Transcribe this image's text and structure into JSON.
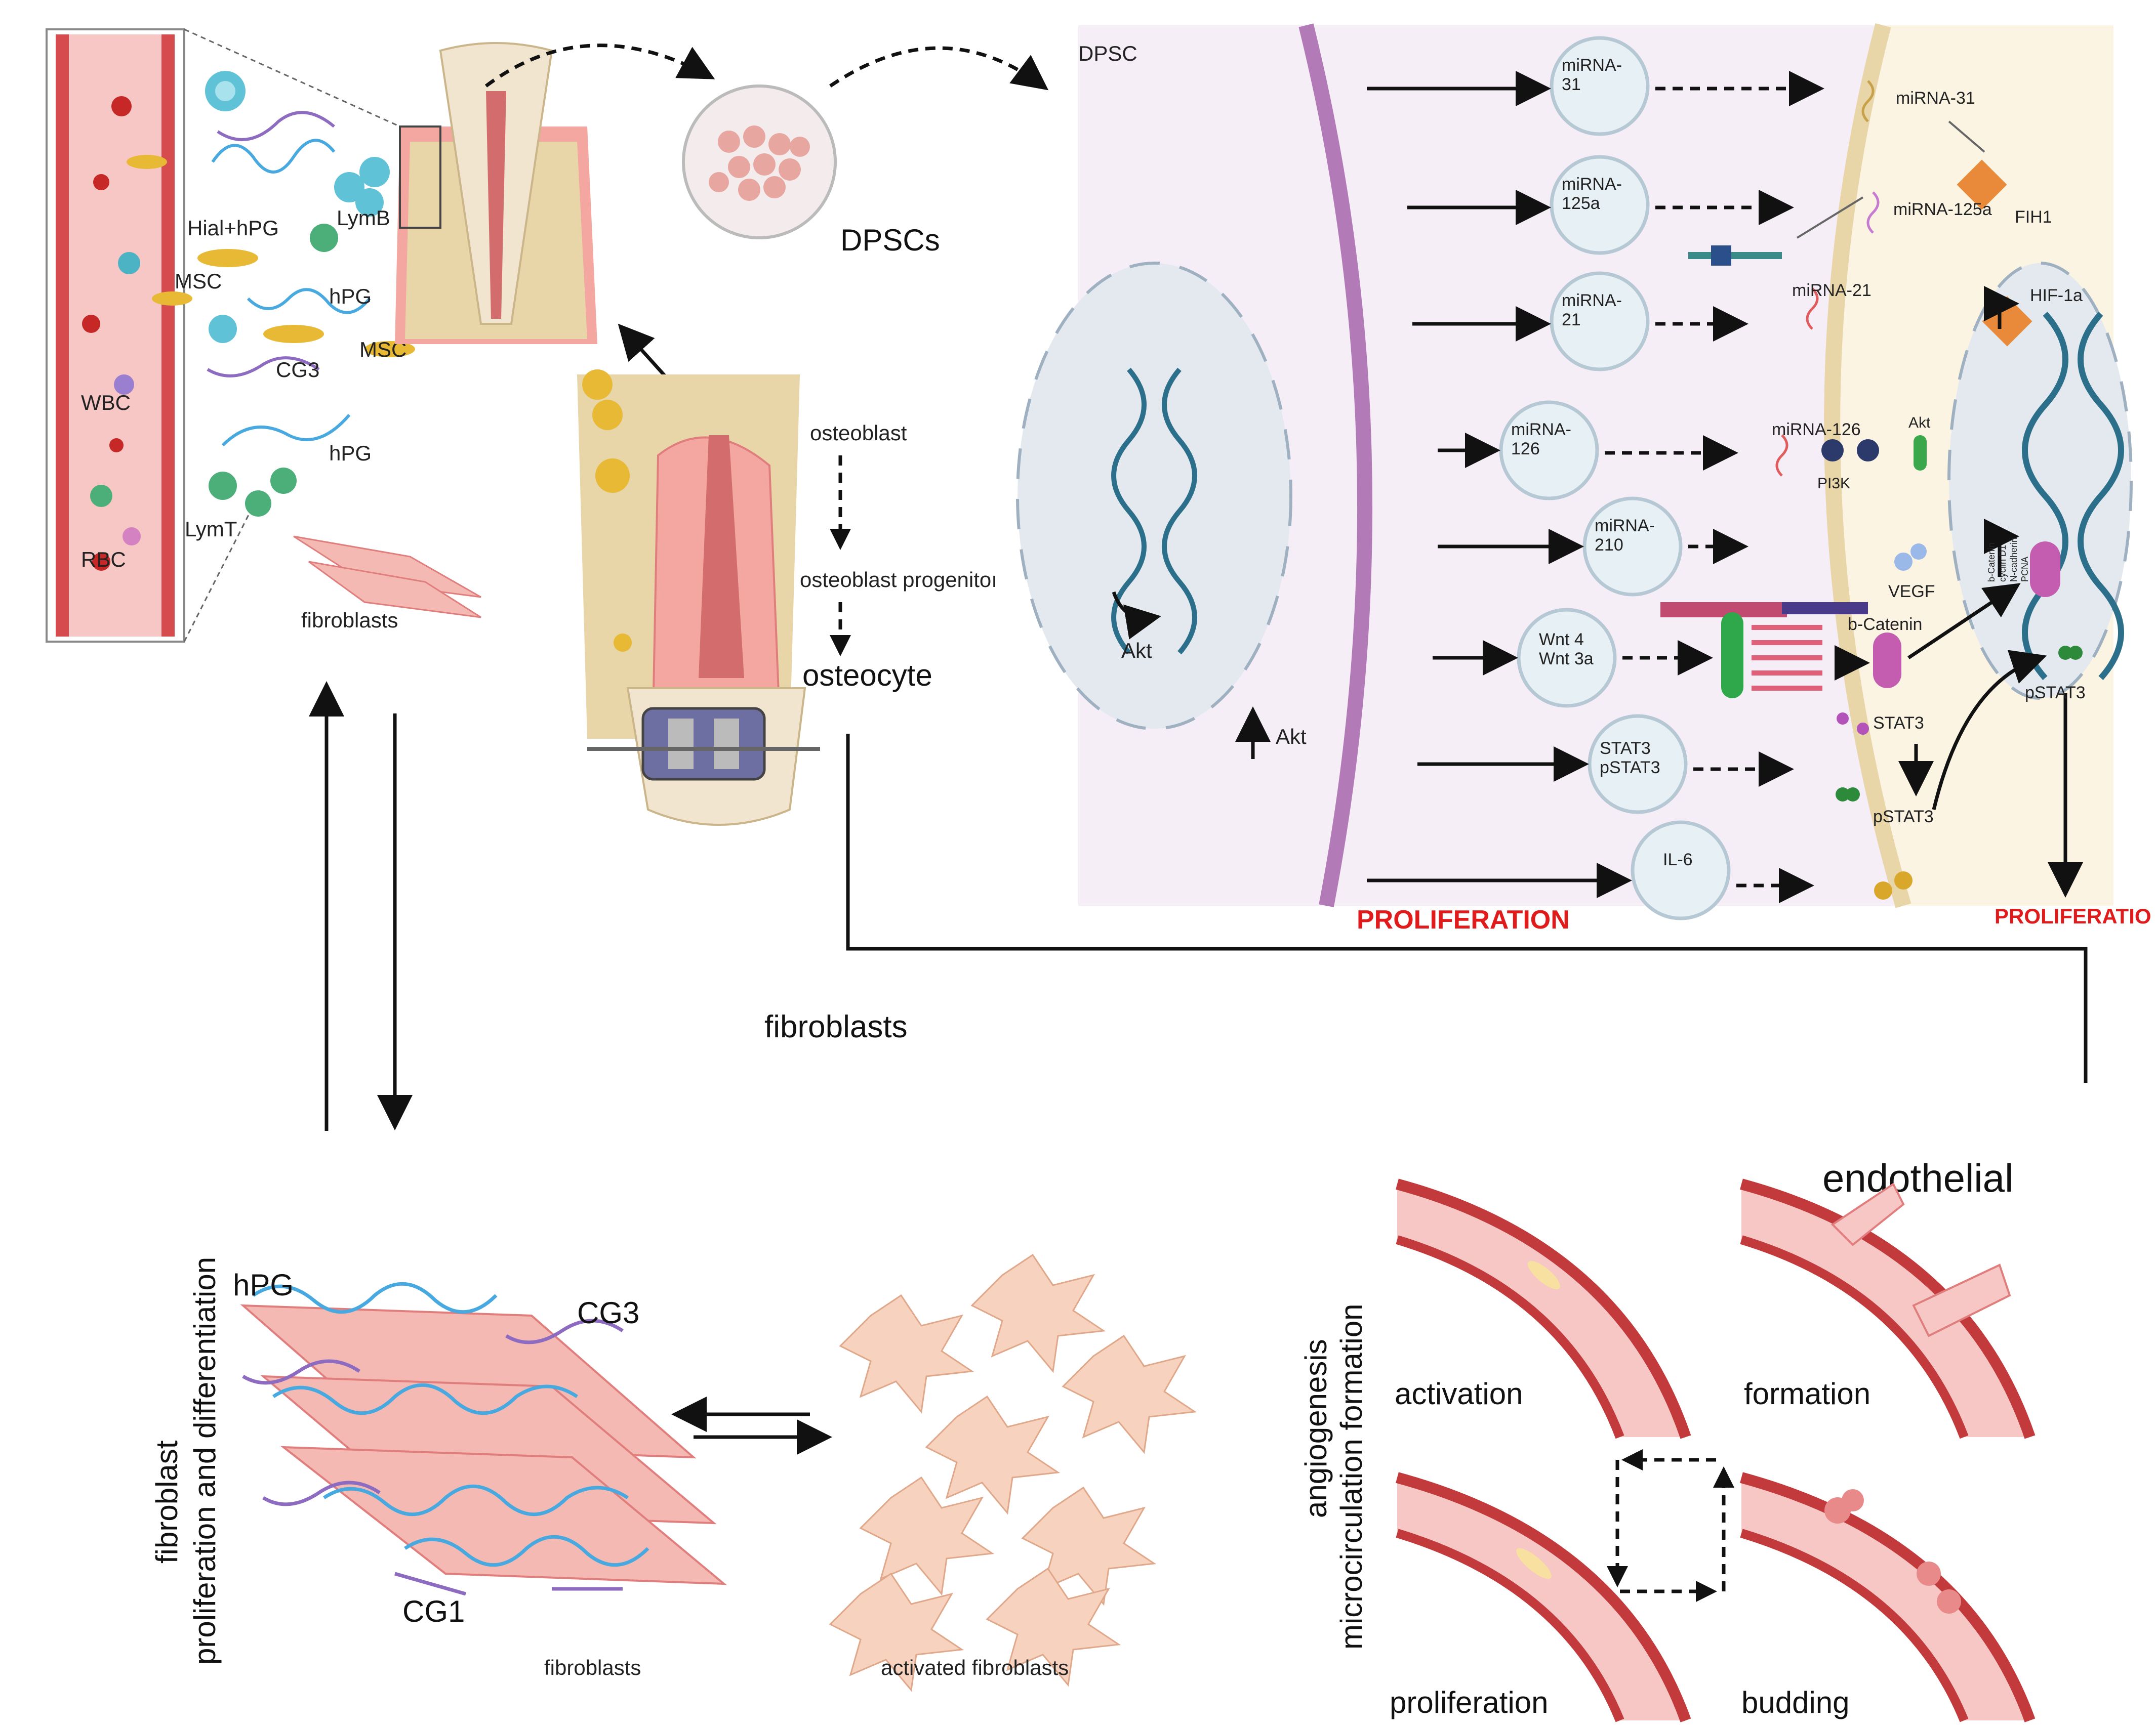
{
  "colors": {
    "vessel": "#e8787a",
    "vessel_dark": "#c23a3c",
    "vessel_light": "#f6c7c4",
    "bone": "#e8d5a8",
    "cell_membrane": "#b37ab8",
    "nucleus": "#e3e9ef",
    "dna": "#2b6f8a",
    "hpg": "#47a9e0",
    "cg": "#8c6bc0",
    "fibroblast": "#f4b9b2",
    "activated_fibroblast": "#f7d3bf",
    "proliferation_text": "#e01b1b"
  },
  "vessel_panel": {
    "wbc": "WBC",
    "rbc": "RBC",
    "msc": "MSC",
    "hial_hpg": "Hial+hPG",
    "lymb": "LymB",
    "hpg": "hPG",
    "cg3": "CG3",
    "msc2": "MSC",
    "hpg2": "hPG",
    "lymt": "LymT",
    "fibroblasts": "fibroblasts"
  },
  "tooth_panel": {
    "dpscs": "DPSCs",
    "osteoblast": "osteoblast",
    "osteoblast_progenitor": "osteoblast progenitoı",
    "osteocyte": "osteocyte"
  },
  "pathway_panel": {
    "dpsc": "DPSC",
    "akt_nucleus": "Akt",
    "akt_up": "Akt",
    "vesicles": [
      {
        "label": "miRNA-\n31"
      },
      {
        "label": "miRNA-\n125a"
      },
      {
        "label": "miRNA-\n21"
      },
      {
        "label": "miRNA-\n126"
      },
      {
        "label": "miRNA-\n210"
      },
      {
        "label": "Wnt 4\nWnt 3a"
      },
      {
        "label": "STAT3\npSTAT3"
      },
      {
        "label": "IL-6"
      }
    ],
    "targets": {
      "mirna31": "miRNA-31",
      "mirna125a": "miRNA-125a",
      "fih1": "FIH1",
      "mirna21": "miRNA-21",
      "hif1a": "HIF-1a",
      "mirna126": "miRNA-126",
      "akt": "Akt",
      "pi3k": "PI3K",
      "vegf": "VEGF",
      "bcatenin": "b-Catenin",
      "stat3": "STAT3",
      "pstat3": "pSTAT3",
      "pstat3_nuc": "pSTAT3",
      "nuc_genes": "b-Catenin\ncyclin D1\nN-cadherin\nPCNA"
    },
    "proliferation_left": "PROLIFERATION",
    "proliferation_right": "PROLIFERATIO"
  },
  "center_label": "fibroblasts",
  "fibro_panel": {
    "vertical_title_1": "fibroblast",
    "vertical_title_2": "proliferation and differentiation",
    "hpg": "hPG",
    "cg3": "CG3",
    "cg1": "CG1",
    "fibroblasts": "fibroblasts",
    "activated": "activated fibroblasts"
  },
  "angio_panel": {
    "title": "endothelial",
    "vertical_1": "angiogenesis",
    "vertical_2": "microcirculation formation",
    "activation": "activation",
    "formation": "formation",
    "proliferation": "proliferation",
    "budding": "budding"
  }
}
